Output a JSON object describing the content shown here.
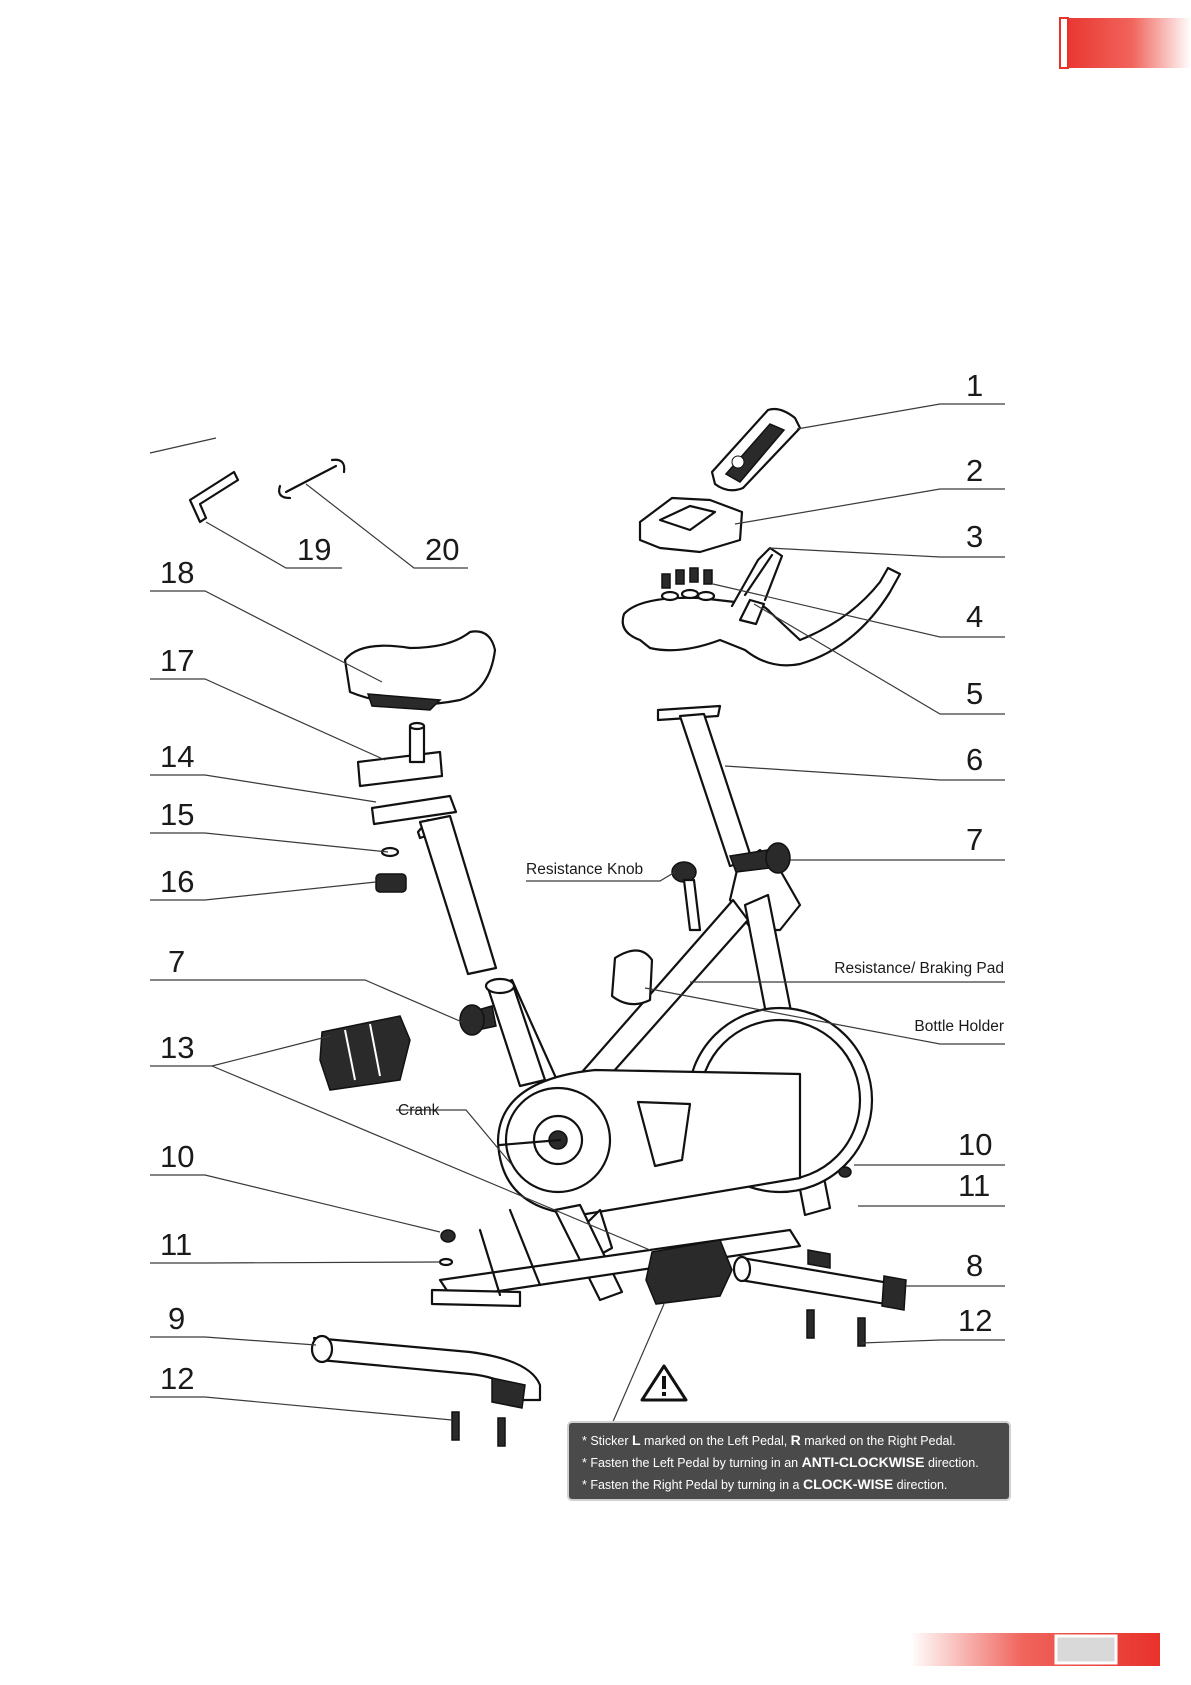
{
  "header_tab": {
    "color": "#e8322b"
  },
  "footer_tab": {
    "color": "#e8322b"
  },
  "callouts": {
    "n1": "1",
    "n2": "2",
    "n3": "3",
    "n4": "4",
    "n5": "5",
    "n6": "6",
    "n7_right": "7",
    "n7_left": "7",
    "n8": "8",
    "n9": "9",
    "n10_right": "10",
    "n10_left": "10",
    "n11_right": "11",
    "n11_left": "11",
    "n12_right": "12",
    "n12_left": "12",
    "n13": "13",
    "n14": "14",
    "n15": "15",
    "n16": "16",
    "n17": "17",
    "n18": "18",
    "n19": "19",
    "n20": "20"
  },
  "labels": {
    "resistance_knob": "Resistance Knob",
    "braking_pad": "Resistance/ Braking Pad",
    "bottle_holder": "Bottle Holder",
    "crank": "Crank"
  },
  "warning": {
    "icon": "warning-triangle-icon",
    "line1_a": "* Sticker ",
    "line1_b": "L",
    "line1_c": " marked on the Left Pedal, ",
    "line1_d": "R",
    "line1_e": " marked on the Right Pedal.",
    "line2_a": "* Fasten the Left Pedal by turning in an ",
    "line2_b": "ANTI-CLOCKWISE",
    "line2_c": " direction.",
    "line3_a": "* Fasten the Right Pedal by turning in a ",
    "line3_b": "CLOCK-WISE",
    "line3_c": " direction."
  }
}
